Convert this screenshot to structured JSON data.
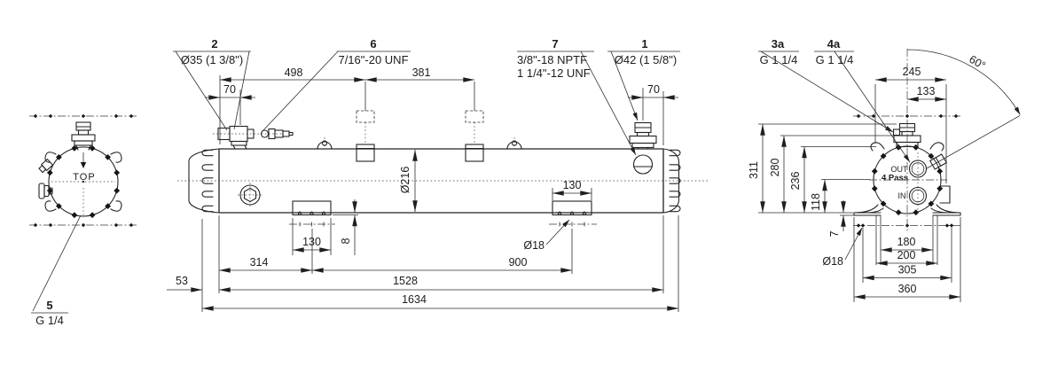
{
  "colors": {
    "line": "#232323",
    "background": "#ffffff"
  },
  "callouts": {
    "c1": {
      "num": "1",
      "label": "Ø42 (1 5/8\")"
    },
    "c2": {
      "num": "2",
      "label": "Ø35 (1 3/8\")"
    },
    "c3a": {
      "num": "3a",
      "label": "G 1 1/4"
    },
    "c4a": {
      "num": "4a",
      "label": "G 1 1/4"
    },
    "c5": {
      "num": "5",
      "label": "G 1/4"
    },
    "c6": {
      "num": "6",
      "label": "7/16\"-20 UNF"
    },
    "c7": {
      "num": "7",
      "label_line1": "3/8\"-18 NPTF",
      "label_line2": "1 1/4\"-12 UNF"
    }
  },
  "left_view": {
    "orientation_label": "TOP"
  },
  "side_view": {
    "dims": {
      "d70_left": "70",
      "d498": "498",
      "d381": "381",
      "d70_right": "70",
      "d216": "Ø216",
      "d130_left": "130",
      "d130_right": "130",
      "d8": "8",
      "d314": "314",
      "d900": "900",
      "d53": "53",
      "d1528": "1528",
      "d1634": "1634",
      "d18": "Ø18"
    }
  },
  "right_view": {
    "port_labels": {
      "out": "OUT",
      "pass": "4 Pass",
      "in": "IN"
    },
    "dims": {
      "d245": "245",
      "d133": "133",
      "d60": "60°",
      "d311": "311",
      "d280": "280",
      "d236": "236",
      "d118": "118",
      "d7": "7",
      "d180": "180",
      "d200": "200",
      "d305": "305",
      "d360": "360",
      "d18": "Ø18"
    }
  }
}
